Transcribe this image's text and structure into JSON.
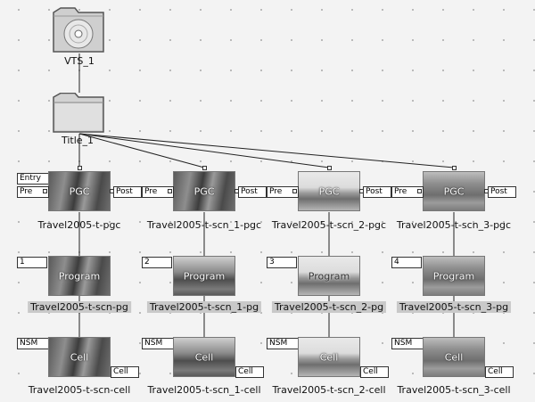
{
  "root": {
    "icon": "disc-icon",
    "label": "VTS_1"
  },
  "title_node": {
    "icon": "folder-icon",
    "label": "Title_1"
  },
  "columns": [
    {
      "pgc": {
        "thumb_text": "PGC",
        "label": "Travel2005-t-pgc",
        "entry": "Entry",
        "pre": "Pre",
        "post": "Post"
      },
      "program": {
        "number": "1",
        "thumb_text": "Program",
        "label": "Travel2005-t-scn-pg"
      },
      "cell": {
        "nsm": "NSM",
        "thumb_text": "Cell",
        "tag": "Cell",
        "label": "Travel2005-t-scn-cell"
      }
    },
    {
      "pgc": {
        "thumb_text": "PGC",
        "label": "Travel2005-t-scn_1-pgc",
        "pre": "Pre",
        "post": "Post"
      },
      "program": {
        "number": "2",
        "thumb_text": "Program",
        "label": "Travel2005-t-scn_1-pg"
      },
      "cell": {
        "nsm": "NSM",
        "thumb_text": "Cell",
        "tag": "Cell",
        "label": "Travel2005-t-scn_1-cell"
      }
    },
    {
      "pgc": {
        "thumb_text": "PGC",
        "label": "Travel2005-t-scn_2-pgc",
        "pre": "Pre",
        "post": "Post"
      },
      "program": {
        "number": "3",
        "thumb_text": "Program",
        "label": "Travel2005-t-scn_2-pg"
      },
      "cell": {
        "nsm": "NSM",
        "thumb_text": "Cell",
        "tag": "Cell",
        "label": "Travel2005-t-scn_2-cell"
      }
    },
    {
      "pgc": {
        "thumb_text": "PGC",
        "label": "Travel2005-t-scn_3-pgc",
        "pre": "Pre",
        "post": "Post"
      },
      "program": {
        "number": "4",
        "thumb_text": "Program",
        "label": "Travel2005-t-scn_3-pg"
      },
      "cell": {
        "nsm": "NSM",
        "thumb_text": "Cell",
        "tag": "Cell",
        "label": "Travel2005-t-scn_3-cell"
      }
    }
  ]
}
